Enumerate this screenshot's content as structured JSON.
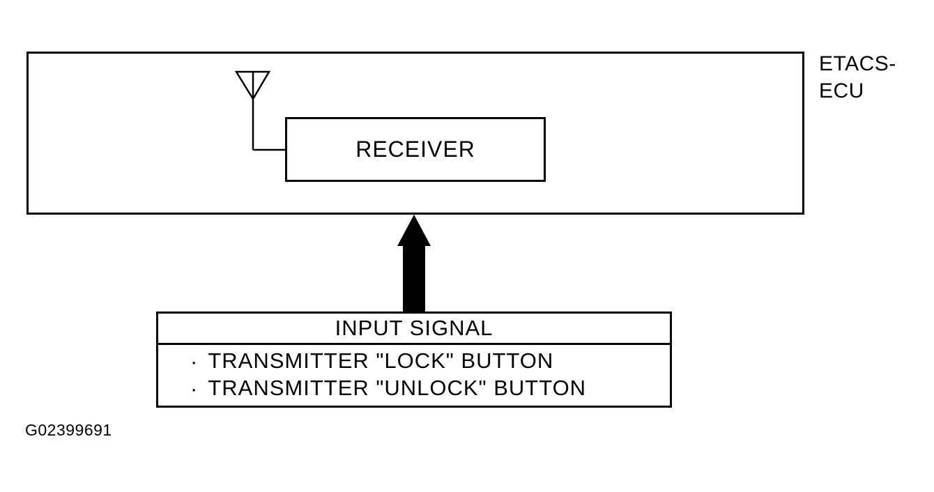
{
  "diagram": {
    "ecu_label": "ETACS-\nECU",
    "receiver_label": "RECEIVER",
    "input_box": {
      "header": "INPUT SIGNAL",
      "items": [
        {
          "bullet": "·",
          "label": "TRANSMITTER \"LOCK\" BUTTON"
        },
        {
          "bullet": "·",
          "label": "TRANSMITTER \"UNLOCK\" BUTTON"
        }
      ]
    },
    "figure_id": "G02399691",
    "icons": {
      "antenna": "antenna-icon",
      "arrow": "up-arrow-icon"
    },
    "colors": {
      "line": "#000000",
      "background": "#ffffff"
    }
  }
}
